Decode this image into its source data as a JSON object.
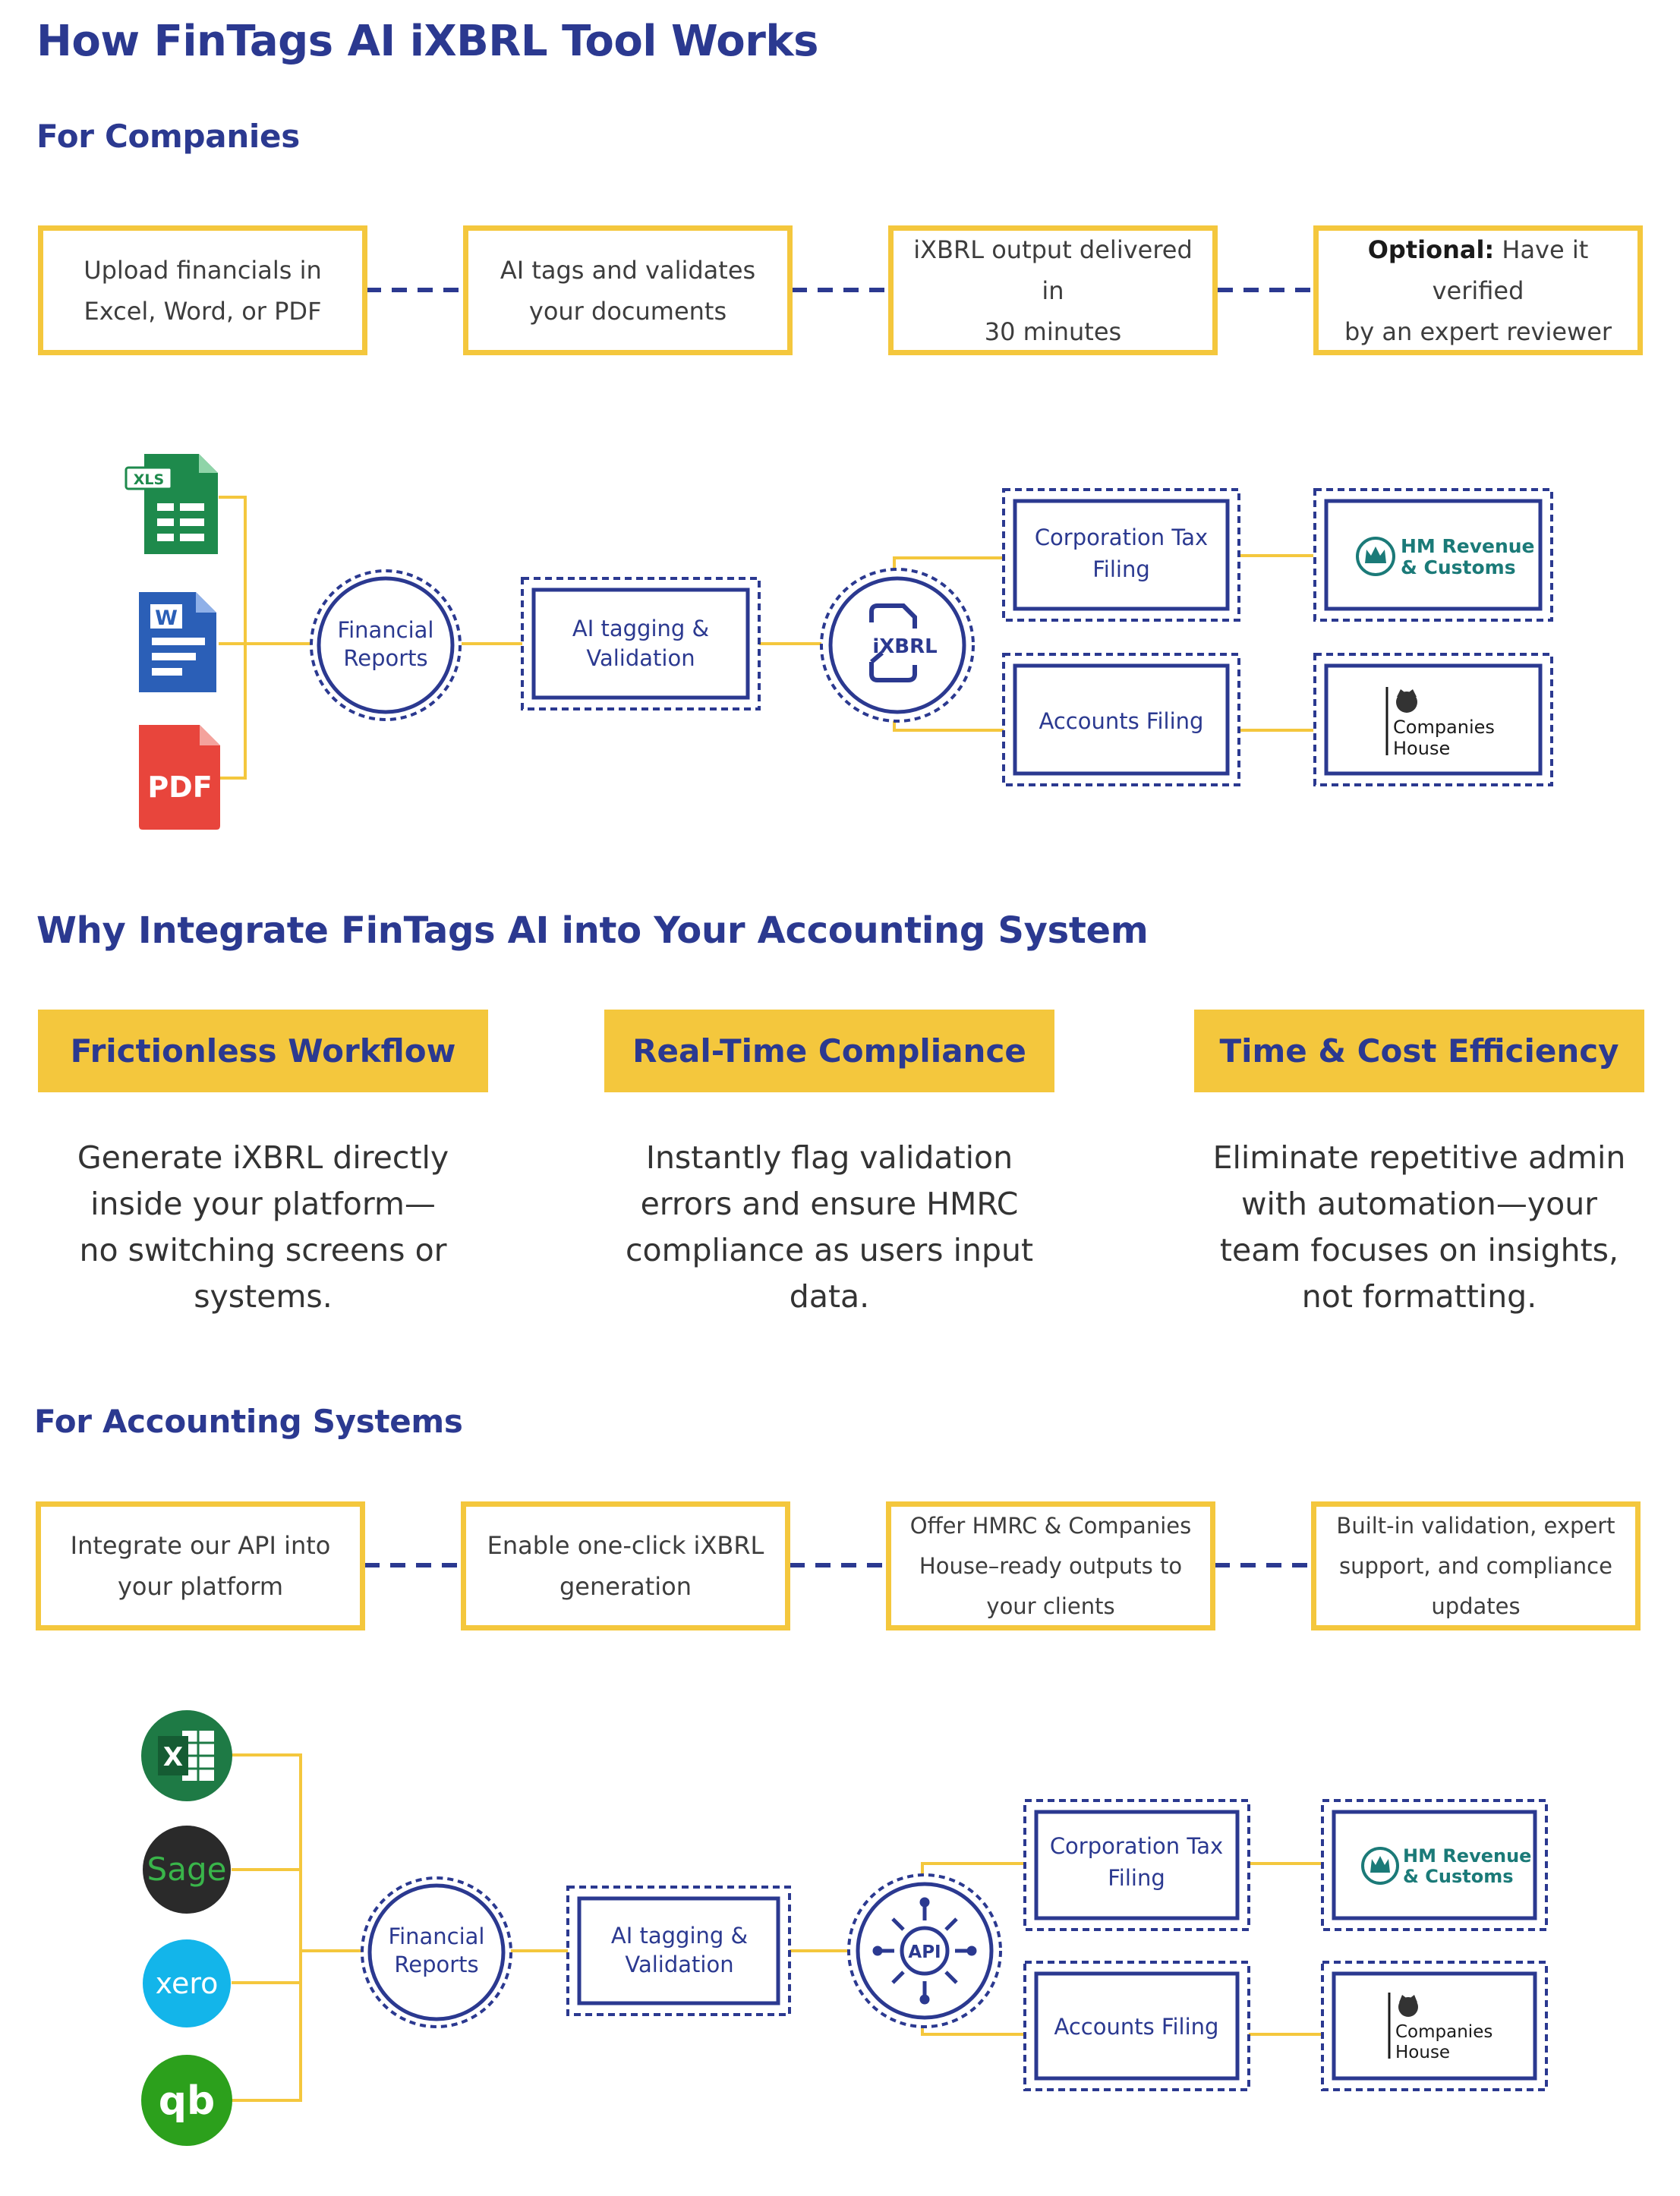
{
  "title": "How FinTags AI iXBRL Tool Works",
  "companies": {
    "heading": "For Companies",
    "steps": [
      {
        "line1": "Upload financials in",
        "line2": "Excel, Word, or PDF"
      },
      {
        "line1": "AI tags and validates",
        "line2": "your documents"
      },
      {
        "line1": "iXBRL output delivered in",
        "line2": "30 minutes"
      },
      {
        "bold": "Optional:",
        "line1": " Have it verified",
        "line2": "by an expert reviewer"
      }
    ],
    "diagram": {
      "inputs": [
        "XLS",
        "W",
        "PDF"
      ],
      "hub": {
        "line1": "Financial",
        "line2": "Reports"
      },
      "process": {
        "line1": "AI tagging &",
        "line2": "Validation"
      },
      "output_badge": "iXBRL",
      "filings": [
        {
          "line1": "Corporation Tax",
          "line2": "Filing"
        },
        {
          "line1": "Accounts Filing",
          "line2": ""
        }
      ],
      "authorities": [
        {
          "line1": "HM Revenue",
          "line2": "& Customs"
        },
        {
          "line1": "Companies",
          "line2": "House"
        }
      ]
    }
  },
  "why": {
    "heading": "Why Integrate FinTags AI into Your Accounting System",
    "features": [
      {
        "title": "Frictionless Workflow",
        "lines": [
          "Generate iXBRL directly",
          "inside your platform—",
          "no switching screens or",
          "systems."
        ]
      },
      {
        "title": "Real-Time Compliance",
        "lines": [
          "Instantly flag validation",
          "errors and ensure HMRC",
          "compliance as users input",
          "data."
        ]
      },
      {
        "title": "Time & Cost Efficiency",
        "lines": [
          "Eliminate repetitive admin",
          "with automation—your",
          "team focuses on insights,",
          "not formatting."
        ]
      }
    ]
  },
  "accounting": {
    "heading": "For Accounting Systems",
    "steps": [
      {
        "lines": [
          "Integrate our API into",
          "your platform"
        ]
      },
      {
        "lines": [
          "Enable one-click iXBRL",
          "generation"
        ]
      },
      {
        "lines": [
          "Offer HMRC & Companies",
          "House–ready outputs to",
          "your clients"
        ]
      },
      {
        "lines": [
          "Built-in validation, expert",
          "support, and compliance",
          "updates"
        ]
      }
    ],
    "diagram": {
      "inputs": [
        "X",
        "Sage",
        "xero",
        "qb"
      ],
      "hub": {
        "line1": "Financial",
        "line2": "Reports"
      },
      "process": {
        "line1": "AI tagging &",
        "line2": "Validation"
      },
      "output_badge": "API",
      "filings": [
        {
          "line1": "Corporation Tax",
          "line2": "Filing"
        },
        {
          "line1": "Accounts Filing",
          "line2": ""
        }
      ],
      "authorities": [
        {
          "line1": "HM Revenue",
          "line2": "& Customs"
        },
        {
          "line1": "Companies",
          "line2": "House"
        }
      ]
    }
  },
  "colors": {
    "navy": "#2b3990",
    "yellow": "#f4c73d",
    "teal": "#1b7a78",
    "excel": "#1e7a45",
    "word": "#2b5fb7",
    "pdf": "#e8453c",
    "sage": "#2a2a2a",
    "sage_text": "#39b54a",
    "xero": "#13b5ea",
    "qb": "#2ca01c"
  }
}
